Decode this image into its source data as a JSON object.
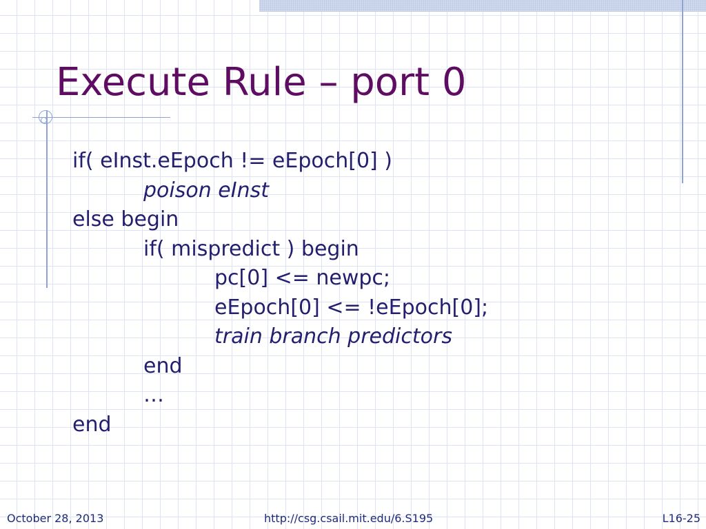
{
  "slide": {
    "title": "Execute Rule – port 0",
    "code_lines": [
      "if( eInst.eEpoch != eEpoch[0] )",
      "poison eInst",
      "else begin",
      "if( mispredict ) begin",
      "pc[0] <= newpc;",
      "eEpoch[0] <= !eEpoch[0];",
      "train branch predictors",
      "end",
      "…",
      "end"
    ]
  },
  "footer": {
    "date": "October 28, 2013",
    "url": "http://csg.csail.mit.edu/6.S195",
    "page": "L16-25"
  },
  "colors": {
    "title": "#5e0d62",
    "body_text": "#231f6e",
    "footer_text": "#1f2a7a",
    "accent_lines": "#8fa3d3",
    "grid": "#dde3f2"
  }
}
